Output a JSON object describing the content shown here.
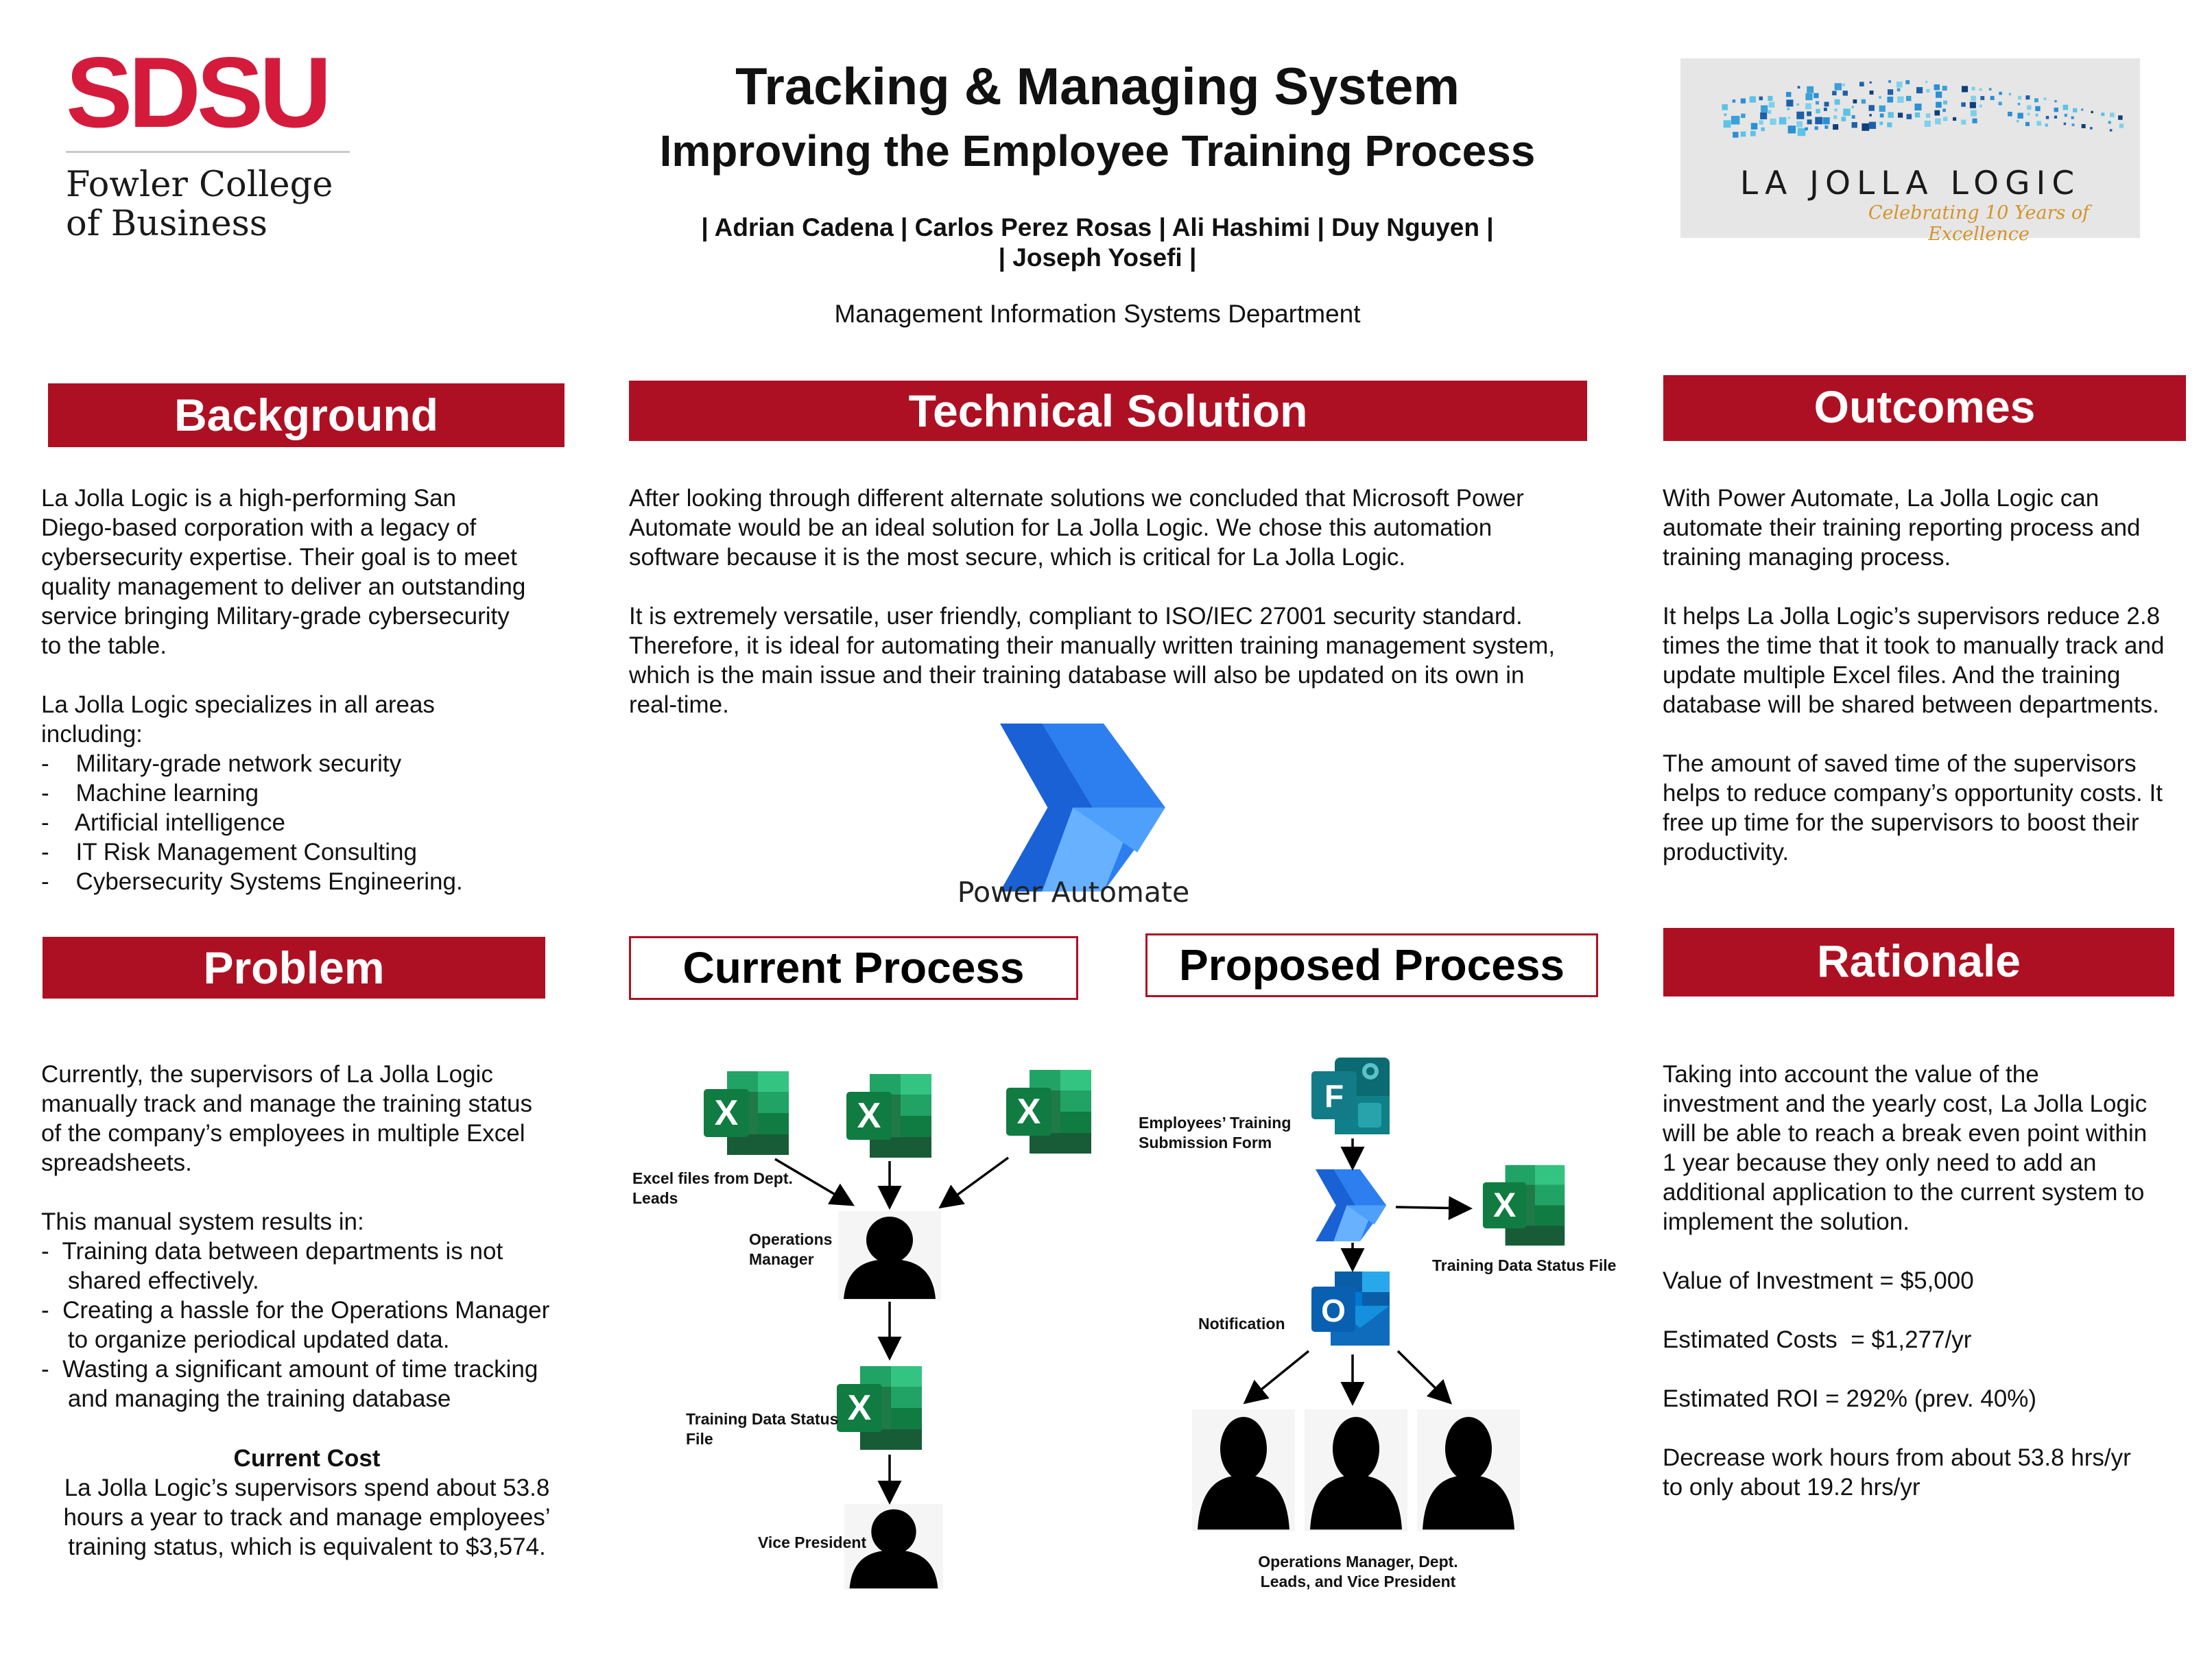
{
  "header": {
    "logo_left": {
      "wordmark": "SDSU",
      "college": "Fowler College\nof Business"
    },
    "title": "Tracking & Managing System",
    "subtitle": "Improving the Employee Training Process",
    "authors_line1": "| Adrian Cadena | Carlos Perez Rosas | Ali Hashimi | Duy Nguyen |",
    "authors_line2": "| Joseph Yosefi |",
    "department": "Management Information Systems Department",
    "logo_right": {
      "name": "LA JOLLA LOGIC",
      "tagline": "Celebrating 10 Years of Excellence"
    }
  },
  "background": {
    "heading": "Background",
    "text": "La Jolla Logic is a high-performing San\nDiego-based corporation with a legacy of\ncybersecurity expertise. Their goal is to meet\nquality management to deliver an outstanding\nservice bringing Military-grade cybersecurity\nto the table.\n\nLa Jolla Logic specializes in all areas\nincluding:\n-    Military-grade network security\n-    Machine learning\n-    Artificial intelligence\n-    IT Risk Management Consulting\n-    Cybersecurity Systems Engineering."
  },
  "problem": {
    "heading": "Problem",
    "text": "Currently, the supervisors of La Jolla Logic\nmanually track and manage the training status\nof the company’s employees in multiple Excel\nspreadsheets.\n\nThis manual system results in:\n-  Training data between departments is not\n    shared effectively.\n-  Creating a hassle for the Operations Manager\n    to organize periodical updated data.\n-  Wasting a significant amount of time tracking\n    and managing the training database",
    "cost_heading": "Current Cost",
    "cost_text": "La Jolla Logic’s supervisors spend about 53.8\nhours a year to track and manage employees’\ntraining status, which is equivalent to $3,574."
  },
  "technical": {
    "heading": "Technical Solution",
    "text": "After looking through different alternate solutions we concluded that Microsoft Power\nAutomate would be an ideal solution for La Jolla Logic. We chose this automation\nsoftware because it is the most secure, which is critical for La Jolla Logic.\n\nIt is extremely versatile, user friendly, compliant to ISO/IEC 27001 security standard.\nTherefore, it is ideal for automating their manually written training management system,\nwhich is the main issue and their training database will also be updated on its own in\nreal-time.",
    "logo_caption": "Power Automate"
  },
  "current_process": {
    "heading": "Current Process",
    "excel_label": "Excel files from Dept.\nLeads",
    "ops_label": "Operations\nManager",
    "status_label": "Training Data Status\nFile",
    "vp_label": "Vice President"
  },
  "proposed_process": {
    "heading": "Proposed Process",
    "form_label": "Employees’ Training\nSubmission Form",
    "status_label": "Training Data Status File",
    "notification_label": "Notification",
    "people_label": "Operations Manager, Dept.\nLeads, and Vice President"
  },
  "outcomes": {
    "heading": "Outcomes",
    "text": "With Power Automate, La Jolla Logic can\nautomate their training reporting process and\ntraining managing process.\n\nIt helps La Jolla Logic’s supervisors reduce 2.8\ntimes the time that it took to manually track and\nupdate multiple Excel files. And the training\ndatabase will be shared between departments.\n\nThe amount of saved time of the supervisors\nhelps to reduce company’s opportunity costs. It\nfree up time for the supervisors to boost their\nproductivity."
  },
  "rationale": {
    "heading": "Rationale",
    "text": "Taking into account the value of the\ninvestment and the yearly cost, La Jolla Logic\nwill be able to reach a break even point within\n1 year because they only need to add an\nadditional application to the current system to\nimplement the solution.\n\nValue of Investment = $5,000\n\nEstimated Costs  = $1,277/yr\n\nEstimated ROI = 292% (prev. 40%)\n\nDecrease work hours from about 53.8 hrs/yr\nto only about 19.2 hrs/yr"
  },
  "colors": {
    "accent": "#ae1023",
    "excel": "#1e7145",
    "power_automate": "#2b7de9",
    "outlook": "#0f6cbd",
    "forms": "#137b87"
  },
  "icons": [
    "excel-icon",
    "person-icon",
    "power-automate-icon",
    "outlook-icon",
    "forms-icon",
    "arrow-icon"
  ]
}
